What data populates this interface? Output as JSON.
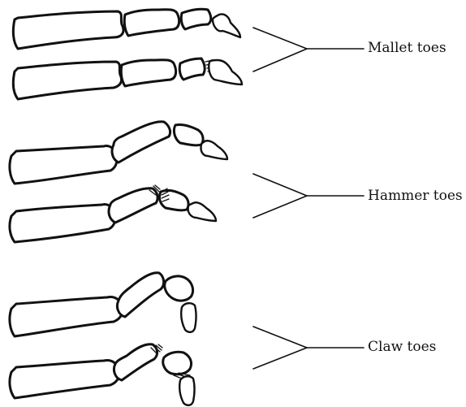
{
  "labels": {
    "mallet": "Mallet toes",
    "hammer": "Hammer toes",
    "claw": "Claw toes"
  }
}
